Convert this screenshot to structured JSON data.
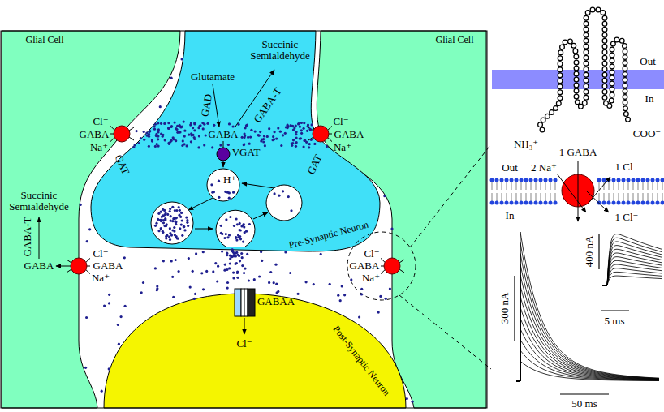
{
  "diagram": {
    "nodes": [
      {
        "text": [
          "Glial Cell"
        ]
      },
      {
        "text": [
          "Glial Cell"
        ]
      },
      {
        "text": [
          "Pre-Synaptic Neuron"
        ]
      },
      {
        "text": [
          "Post-Synaptic Neuron"
        ]
      }
    ],
    "labels": [
      "Glutamate",
      "Succinic Semialdehyde",
      "GAD",
      "GABA-T",
      "GABA",
      "VGAT",
      "H⁺",
      "Cl⁻",
      "GABA",
      "Na⁺",
      "GAT",
      "Cl⁻",
      "GABA",
      "Na⁺",
      "GAT",
      "Succinic Semialdehyde",
      "GABA-T",
      "GABA",
      "Cl⁻",
      "GABA",
      "Na⁺",
      "Cl⁻",
      "GABA",
      "Na⁺",
      "GABAA",
      "Cl⁻",
      "Out",
      "In",
      "NH₃⁺",
      "COO⁻",
      "1 GABA",
      "2 Na⁺",
      "1 Cl⁻",
      "Out",
      "In",
      "1 Cl⁻",
      "400 nA",
      "5 ms",
      "300 nA",
      "50 ms"
    ]
  }
}
